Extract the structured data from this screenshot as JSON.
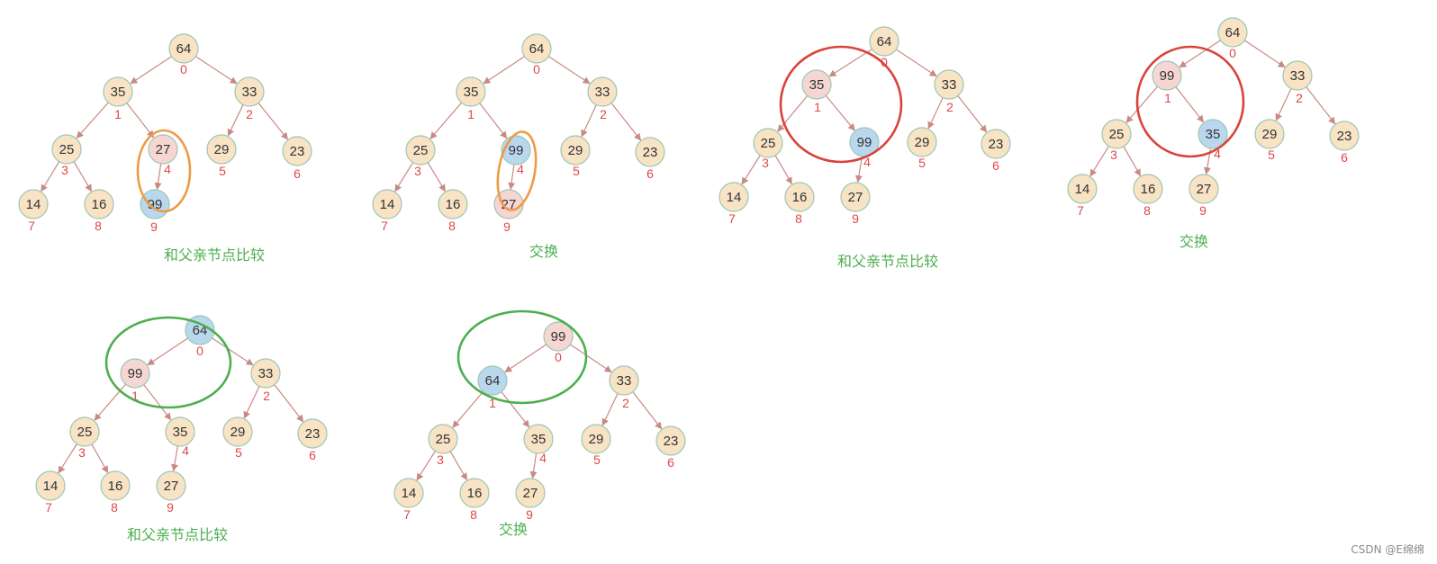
{
  "colors": {
    "node_default": "#f8e3c4",
    "node_compare": "#f6d6d3",
    "node_target": "#b9d8ee",
    "node_border": "#9bc8b3",
    "edge": "#c98a84",
    "index": "#e04848",
    "caption": "#4caf50",
    "ring_orange": "#ef9a48",
    "ring_red": "#d9433c",
    "ring_green": "#4caf50"
  },
  "panels": [
    {
      "values": [
        "64",
        "35",
        "33",
        "25",
        "27",
        "29",
        "23",
        "14",
        "16",
        "99"
      ],
      "highlight": {
        "4": "compare",
        "9": "target"
      },
      "caption": "和父亲节点比较",
      "ring": {
        "around": [
          4,
          9
        ],
        "color": "orange"
      }
    },
    {
      "values": [
        "64",
        "35",
        "33",
        "25",
        "99",
        "29",
        "23",
        "14",
        "16",
        "27"
      ],
      "highlight": {
        "4": "target",
        "9": "compare"
      },
      "caption": "交换",
      "ring": {
        "around": [
          4,
          9
        ],
        "color": "orange"
      }
    },
    {
      "values": [
        "64",
        "35",
        "33",
        "25",
        "99",
        "29",
        "23",
        "14",
        "16",
        "27"
      ],
      "highlight": {
        "1": "compare",
        "4": "target"
      },
      "caption": "和父亲节点比较",
      "ring": {
        "around": [
          1,
          4
        ],
        "color": "red"
      }
    },
    {
      "values": [
        "64",
        "99",
        "33",
        "25",
        "35",
        "29",
        "23",
        "14",
        "16",
        "27"
      ],
      "highlight": {
        "1": "compare",
        "4": "target"
      },
      "caption": "交换",
      "ring": {
        "around": [
          1,
          4
        ],
        "color": "red"
      }
    },
    {
      "values": [
        "64",
        "99",
        "33",
        "25",
        "35",
        "29",
        "23",
        "14",
        "16",
        "27"
      ],
      "highlight": {
        "0": "target",
        "1": "compare"
      },
      "caption": "和父亲节点比较",
      "ring": {
        "around": [
          0,
          1
        ],
        "color": "green"
      }
    },
    {
      "values": [
        "99",
        "64",
        "33",
        "25",
        "35",
        "29",
        "23",
        "14",
        "16",
        "27"
      ],
      "highlight": {
        "0": "compare",
        "1": "target"
      },
      "caption": "交换",
      "ring": {
        "around": [
          0,
          1
        ],
        "color": "green"
      }
    }
  ],
  "indices": [
    "0",
    "1",
    "2",
    "3",
    "4",
    "5",
    "6",
    "7",
    "8",
    "9"
  ],
  "watermark": "CSDN @E绵绵"
}
